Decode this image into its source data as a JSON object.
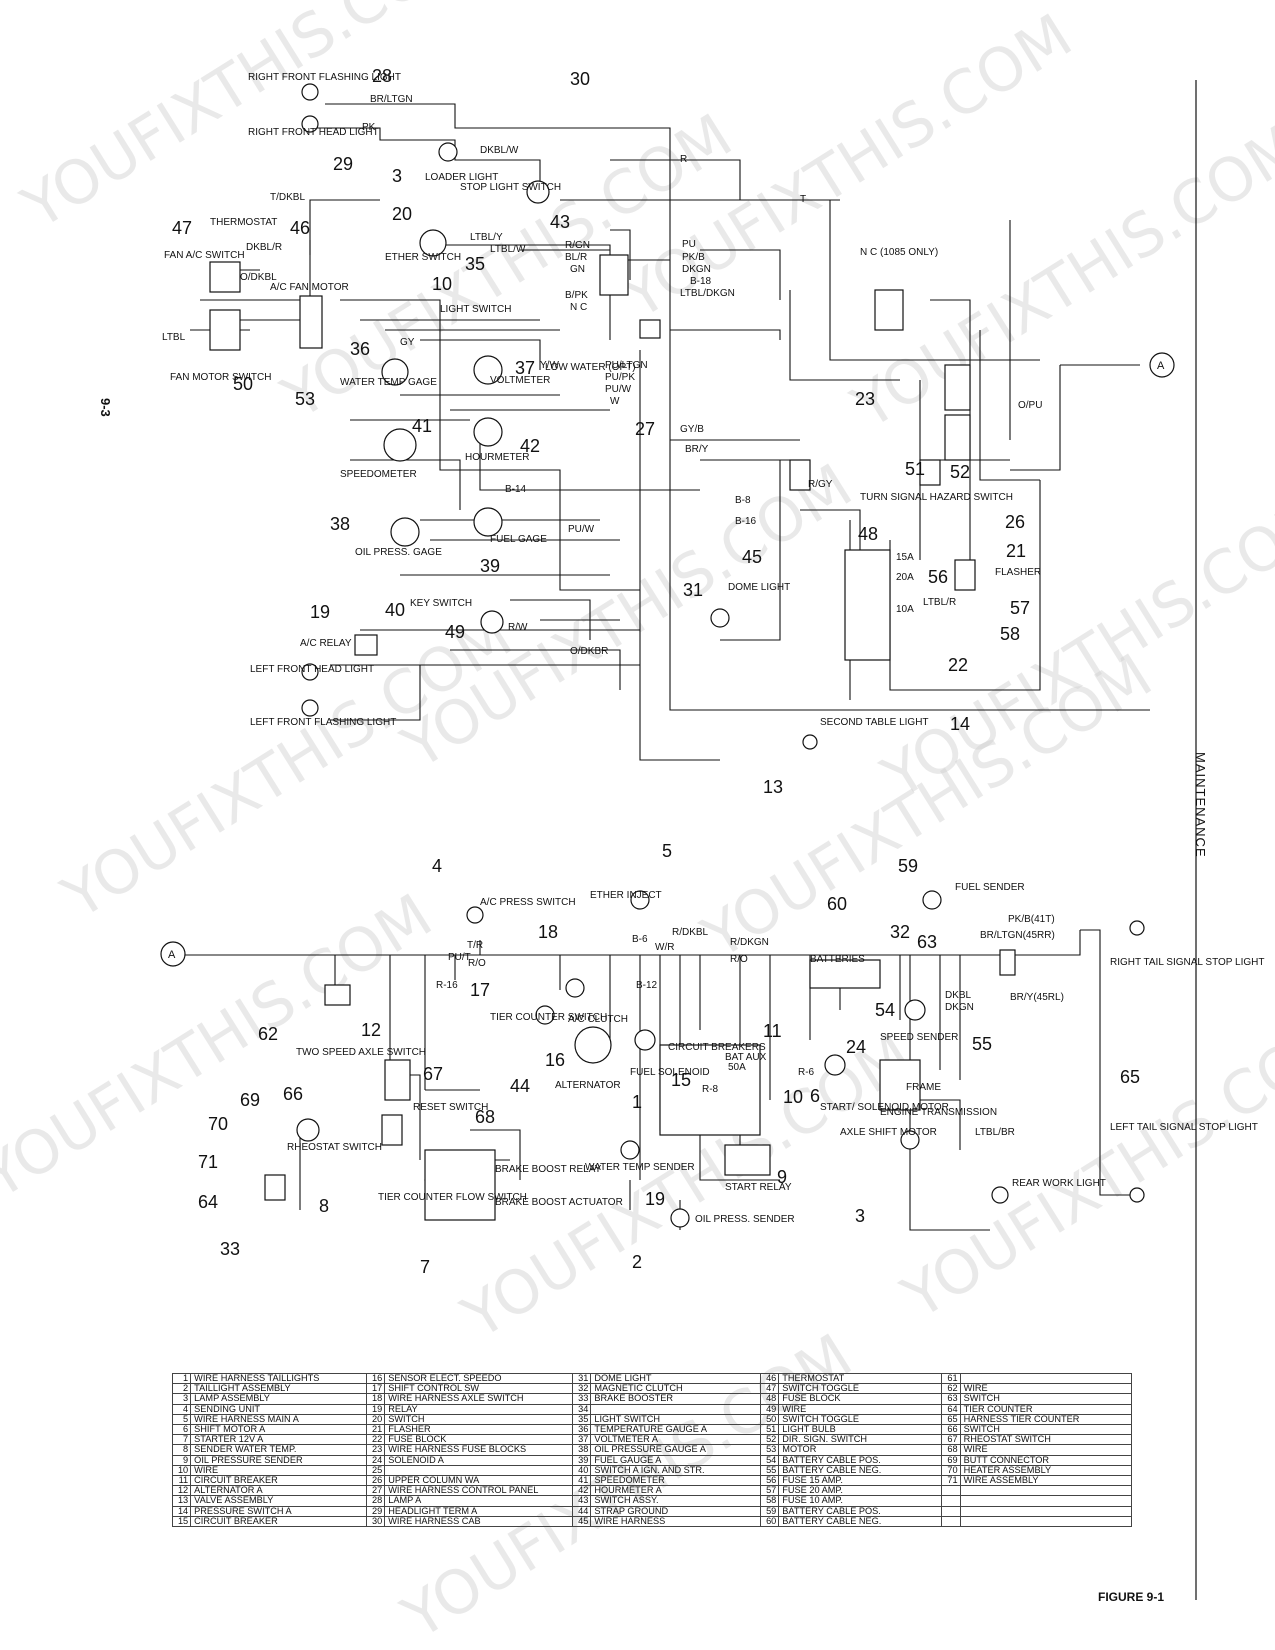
{
  "page": {
    "page_number": "9-3",
    "section_title": "MAINTENANCE",
    "figure_label": "FIGURE 9-1",
    "watermark": "YOUFIXTHIS.COM"
  },
  "connector": "A",
  "callouts": [
    "28",
    "29",
    "30",
    "3",
    "47",
    "46",
    "20",
    "10",
    "35",
    "43",
    "36",
    "37",
    "50",
    "53",
    "41",
    "42",
    "27",
    "23",
    "51",
    "52",
    "26",
    "38",
    "39",
    "48",
    "45",
    "21",
    "56",
    "31",
    "57",
    "58",
    "19",
    "40",
    "49",
    "22",
    "14",
    "13",
    "4",
    "5",
    "59",
    "60",
    "32",
    "63",
    "18",
    "17",
    "62",
    "12",
    "16",
    "44",
    "54",
    "55",
    "11",
    "24",
    "15",
    "1",
    "10",
    "65",
    "66",
    "67",
    "68",
    "69",
    "70",
    "71",
    "64",
    "33",
    "8",
    "7",
    "19",
    "6",
    "9",
    "3",
    "2"
  ],
  "labels": {
    "right_front_flashing": "RIGHT FRONT FLASHING LIGHT",
    "right_front_head": "RIGHT FRONT HEAD LIGHT",
    "loader_light": "LOADER LIGHT",
    "stop_light_switch": "STOP LIGHT SWITCH",
    "thermostat": "THERMOSTAT",
    "fan_ac_switch": "FAN A/C SWITCH",
    "ac_fan_motor": "A/C FAN MOTOR",
    "fan_motor_switch": "FAN MOTOR SWITCH",
    "ether_switch": "ETHER SWITCH",
    "light_switch": "LIGHT SWITCH",
    "water_temp_gage": "WATER TEMP GAGE",
    "voltmeter": "VOLTMETER",
    "low_water": "LOW WATER (OPT)",
    "speedometer": "SPEEDOMETER",
    "hourmeter": "HOURMETER",
    "oil_press_gage": "OIL PRESS. GAGE",
    "fuel_gage": "FUEL GAGE",
    "key_switch": "KEY SWITCH",
    "ac_relay": "A/C RELAY",
    "left_front_head": "LEFT FRONT HEAD LIGHT",
    "left_front_flashing": "LEFT FRONT FLASHING LIGHT",
    "dome_light": "DOME LIGHT",
    "second_table_light": "SECOND TABLE LIGHT",
    "turn_signal": "TURN SIGNAL HAZARD SWITCH",
    "flasher": "FLASHER",
    "nc_1085": "N C (1085 ONLY)",
    "ac_press_switch": "A/C PRESS SWITCH",
    "ether_inject": "ETHER INJECT",
    "fuel_sender": "FUEL SENDER",
    "batteries": "BATTERIES",
    "two_speed_axle": "TWO SPEED AXLE SWITCH",
    "tier_counter_switch": "TIER COUNTER SWITCH",
    "ac_clutch": "A/C CLUTCH",
    "alternator": "ALTERNATOR",
    "fuel_solenoid": "FUEL SOLENOID",
    "circuit_breakers": "CIRCUIT BREAKERS",
    "speed_sender": "SPEED SENDER",
    "frame": "FRAME",
    "engine_transmission": "ENGINE TRANSMISSION",
    "start_solenoid": "START/ SOLENOID MOTOR",
    "axle_shift_motor": "AXLE SHIFT MOTOR",
    "right_tail": "RIGHT TAIL SIGNAL STOP LIGHT",
    "left_tail": "LEFT TAIL SIGNAL STOP LIGHT",
    "rear_work": "REAR WORK LIGHT",
    "reset_switch": "RESET SWITCH",
    "rheostat_switch": "RHEOSTAT SWITCH",
    "tier_counter_flow": "TIER COUNTER FLOW SWITCH",
    "brake_boost_relay": "BRAKE BOOST RELAY",
    "brake_boost_actuator": "BRAKE BOOST ACTUATOR",
    "water_temp_sender": "WATER TEMP SENDER",
    "oil_press_sender": "OIL PRESS. SENDER",
    "start_relay": "START RELAY"
  },
  "wires": [
    "BR/LTGN",
    "PK",
    "T/DKBL",
    "DKBL/W",
    "R",
    "T",
    "LTBL/Y",
    "LTBL/W",
    "PU",
    "PK/B",
    "DKGN",
    "B-18",
    "LTBL/DKGN",
    "N C",
    "R/GN",
    "BL/R",
    "GN",
    "B/PK",
    "DKBL/R",
    "O/DKBL",
    "LTBL",
    "GY",
    "PU/LTGN",
    "PU/PK",
    "PU/W",
    "W",
    "Y/W",
    "GY/B",
    "BR/Y",
    "B-14",
    "B-8",
    "B-16",
    "PU/W",
    "O/DKBR",
    "R/W",
    "R/GY",
    "LTBL/R",
    "O/PU",
    "B-6",
    "B-12",
    "W/R",
    "R/DKBL",
    "R/DKGN",
    "R/O",
    "R-8",
    "R-6",
    "R-16",
    "PK/B(41T)",
    "BR/LTGN(45RR)",
    "BR/Y(45RL)",
    "DKBL",
    "DKGN",
    "15A",
    "20A",
    "10A",
    "50A",
    "BAT AUX",
    "LTBL/BR",
    "PU/T",
    "T/R",
    "R/O"
  ],
  "legend": [
    {
      "n": "1",
      "t": "WIRE HARNESS TAILLIGHTS"
    },
    {
      "n": "16",
      "t": "SENSOR ELECT. SPEEDO"
    },
    {
      "n": "31",
      "t": "DOME LIGHT"
    },
    {
      "n": "46",
      "t": "THERMOSTAT"
    },
    {
      "n": "61",
      "t": ""
    },
    {
      "n": "2",
      "t": "TAILLIGHT ASSEMBLY"
    },
    {
      "n": "17",
      "t": "SHIFT CONTROL SW"
    },
    {
      "n": "32",
      "t": "MAGNETIC CLUTCH"
    },
    {
      "n": "47",
      "t": "SWITCH TOGGLE"
    },
    {
      "n": "62",
      "t": "WIRE"
    },
    {
      "n": "3",
      "t": "LAMP ASSEMBLY"
    },
    {
      "n": "18",
      "t": "WIRE HARNESS AXLE SWITCH"
    },
    {
      "n": "33",
      "t": "BRAKE BOOSTER"
    },
    {
      "n": "48",
      "t": "FUSE BLOCK"
    },
    {
      "n": "63",
      "t": "SWITCH"
    },
    {
      "n": "4",
      "t": "SENDING UNIT"
    },
    {
      "n": "19",
      "t": "RELAY"
    },
    {
      "n": "34",
      "t": ""
    },
    {
      "n": "49",
      "t": "WIRE"
    },
    {
      "n": "64",
      "t": "TIER COUNTER"
    },
    {
      "n": "5",
      "t": "WIRE HARNESS MAIN A"
    },
    {
      "n": "20",
      "t": "SWITCH"
    },
    {
      "n": "35",
      "t": "LIGHT SWITCH"
    },
    {
      "n": "50",
      "t": "SWITCH TOGGLE"
    },
    {
      "n": "65",
      "t": "HARNESS TIER COUNTER"
    },
    {
      "n": "6",
      "t": "SHIFT MOTOR A"
    },
    {
      "n": "21",
      "t": "FLASHER"
    },
    {
      "n": "36",
      "t": "TEMPERATURE GAUGE A"
    },
    {
      "n": "51",
      "t": "LIGHT BULB"
    },
    {
      "n": "66",
      "t": "SWITCH"
    },
    {
      "n": "7",
      "t": "STARTER 12V A"
    },
    {
      "n": "22",
      "t": "FUSE BLOCK"
    },
    {
      "n": "37",
      "t": "VOLTMETER A"
    },
    {
      "n": "52",
      "t": "DIR. SIGN. SWITCH"
    },
    {
      "n": "67",
      "t": "RHEOSTAT SWITCH"
    },
    {
      "n": "8",
      "t": "SENDER WATER TEMP."
    },
    {
      "n": "23",
      "t": "WIRE HARNESS FUSE BLOCKS"
    },
    {
      "n": "38",
      "t": "OIL PRESSURE GAUGE A"
    },
    {
      "n": "53",
      "t": "MOTOR"
    },
    {
      "n": "68",
      "t": "WIRE"
    },
    {
      "n": "9",
      "t": "OIL PRESSURE SENDER"
    },
    {
      "n": "24",
      "t": "SOLENOID A"
    },
    {
      "n": "39",
      "t": "FUEL GAUGE A"
    },
    {
      "n": "54",
      "t": "BATTERY CABLE POS."
    },
    {
      "n": "69",
      "t": "BUTT CONNECTOR"
    },
    {
      "n": "10",
      "t": "WIRE"
    },
    {
      "n": "25",
      "t": ""
    },
    {
      "n": "40",
      "t": "SWITCH A IGN. AND STR."
    },
    {
      "n": "55",
      "t": "BATTERY CABLE NEG."
    },
    {
      "n": "70",
      "t": "HEATER ASSEMBLY"
    },
    {
      "n": "11",
      "t": "CIRCUIT BREAKER"
    },
    {
      "n": "26",
      "t": "UPPER COLUMN WA"
    },
    {
      "n": "41",
      "t": "SPEEDOMETER"
    },
    {
      "n": "56",
      "t": "FUSE 15 AMP."
    },
    {
      "n": "71",
      "t": "WIRE ASSEMBLY"
    },
    {
      "n": "12",
      "t": "ALTERNATOR A"
    },
    {
      "n": "27",
      "t": "WIRE HARNESS CONTROL PANEL"
    },
    {
      "n": "42",
      "t": "HOURMETER A"
    },
    {
      "n": "57",
      "t": "FUSE 20 AMP."
    },
    {
      "n": "",
      "t": ""
    },
    {
      "n": "13",
      "t": "VALVE ASSEMBLY"
    },
    {
      "n": "28",
      "t": "LAMP A"
    },
    {
      "n": "43",
      "t": "SWITCH ASSY."
    },
    {
      "n": "58",
      "t": "FUSE 10 AMP."
    },
    {
      "n": "",
      "t": ""
    },
    {
      "n": "14",
      "t": "PRESSURE SWITCH A"
    },
    {
      "n": "29",
      "t": "HEADLIGHT TERM A"
    },
    {
      "n": "44",
      "t": "STRAP GROUND"
    },
    {
      "n": "59",
      "t": "BATTERY CABLE POS."
    },
    {
      "n": "",
      "t": ""
    },
    {
      "n": "15",
      "t": "CIRCUIT BREAKER"
    },
    {
      "n": "30",
      "t": "WIRE HARNESS CAB"
    },
    {
      "n": "45",
      "t": "WIRE HARNESS"
    },
    {
      "n": "60",
      "t": "BATTERY CABLE NEG."
    },
    {
      "n": "",
      "t": ""
    }
  ]
}
